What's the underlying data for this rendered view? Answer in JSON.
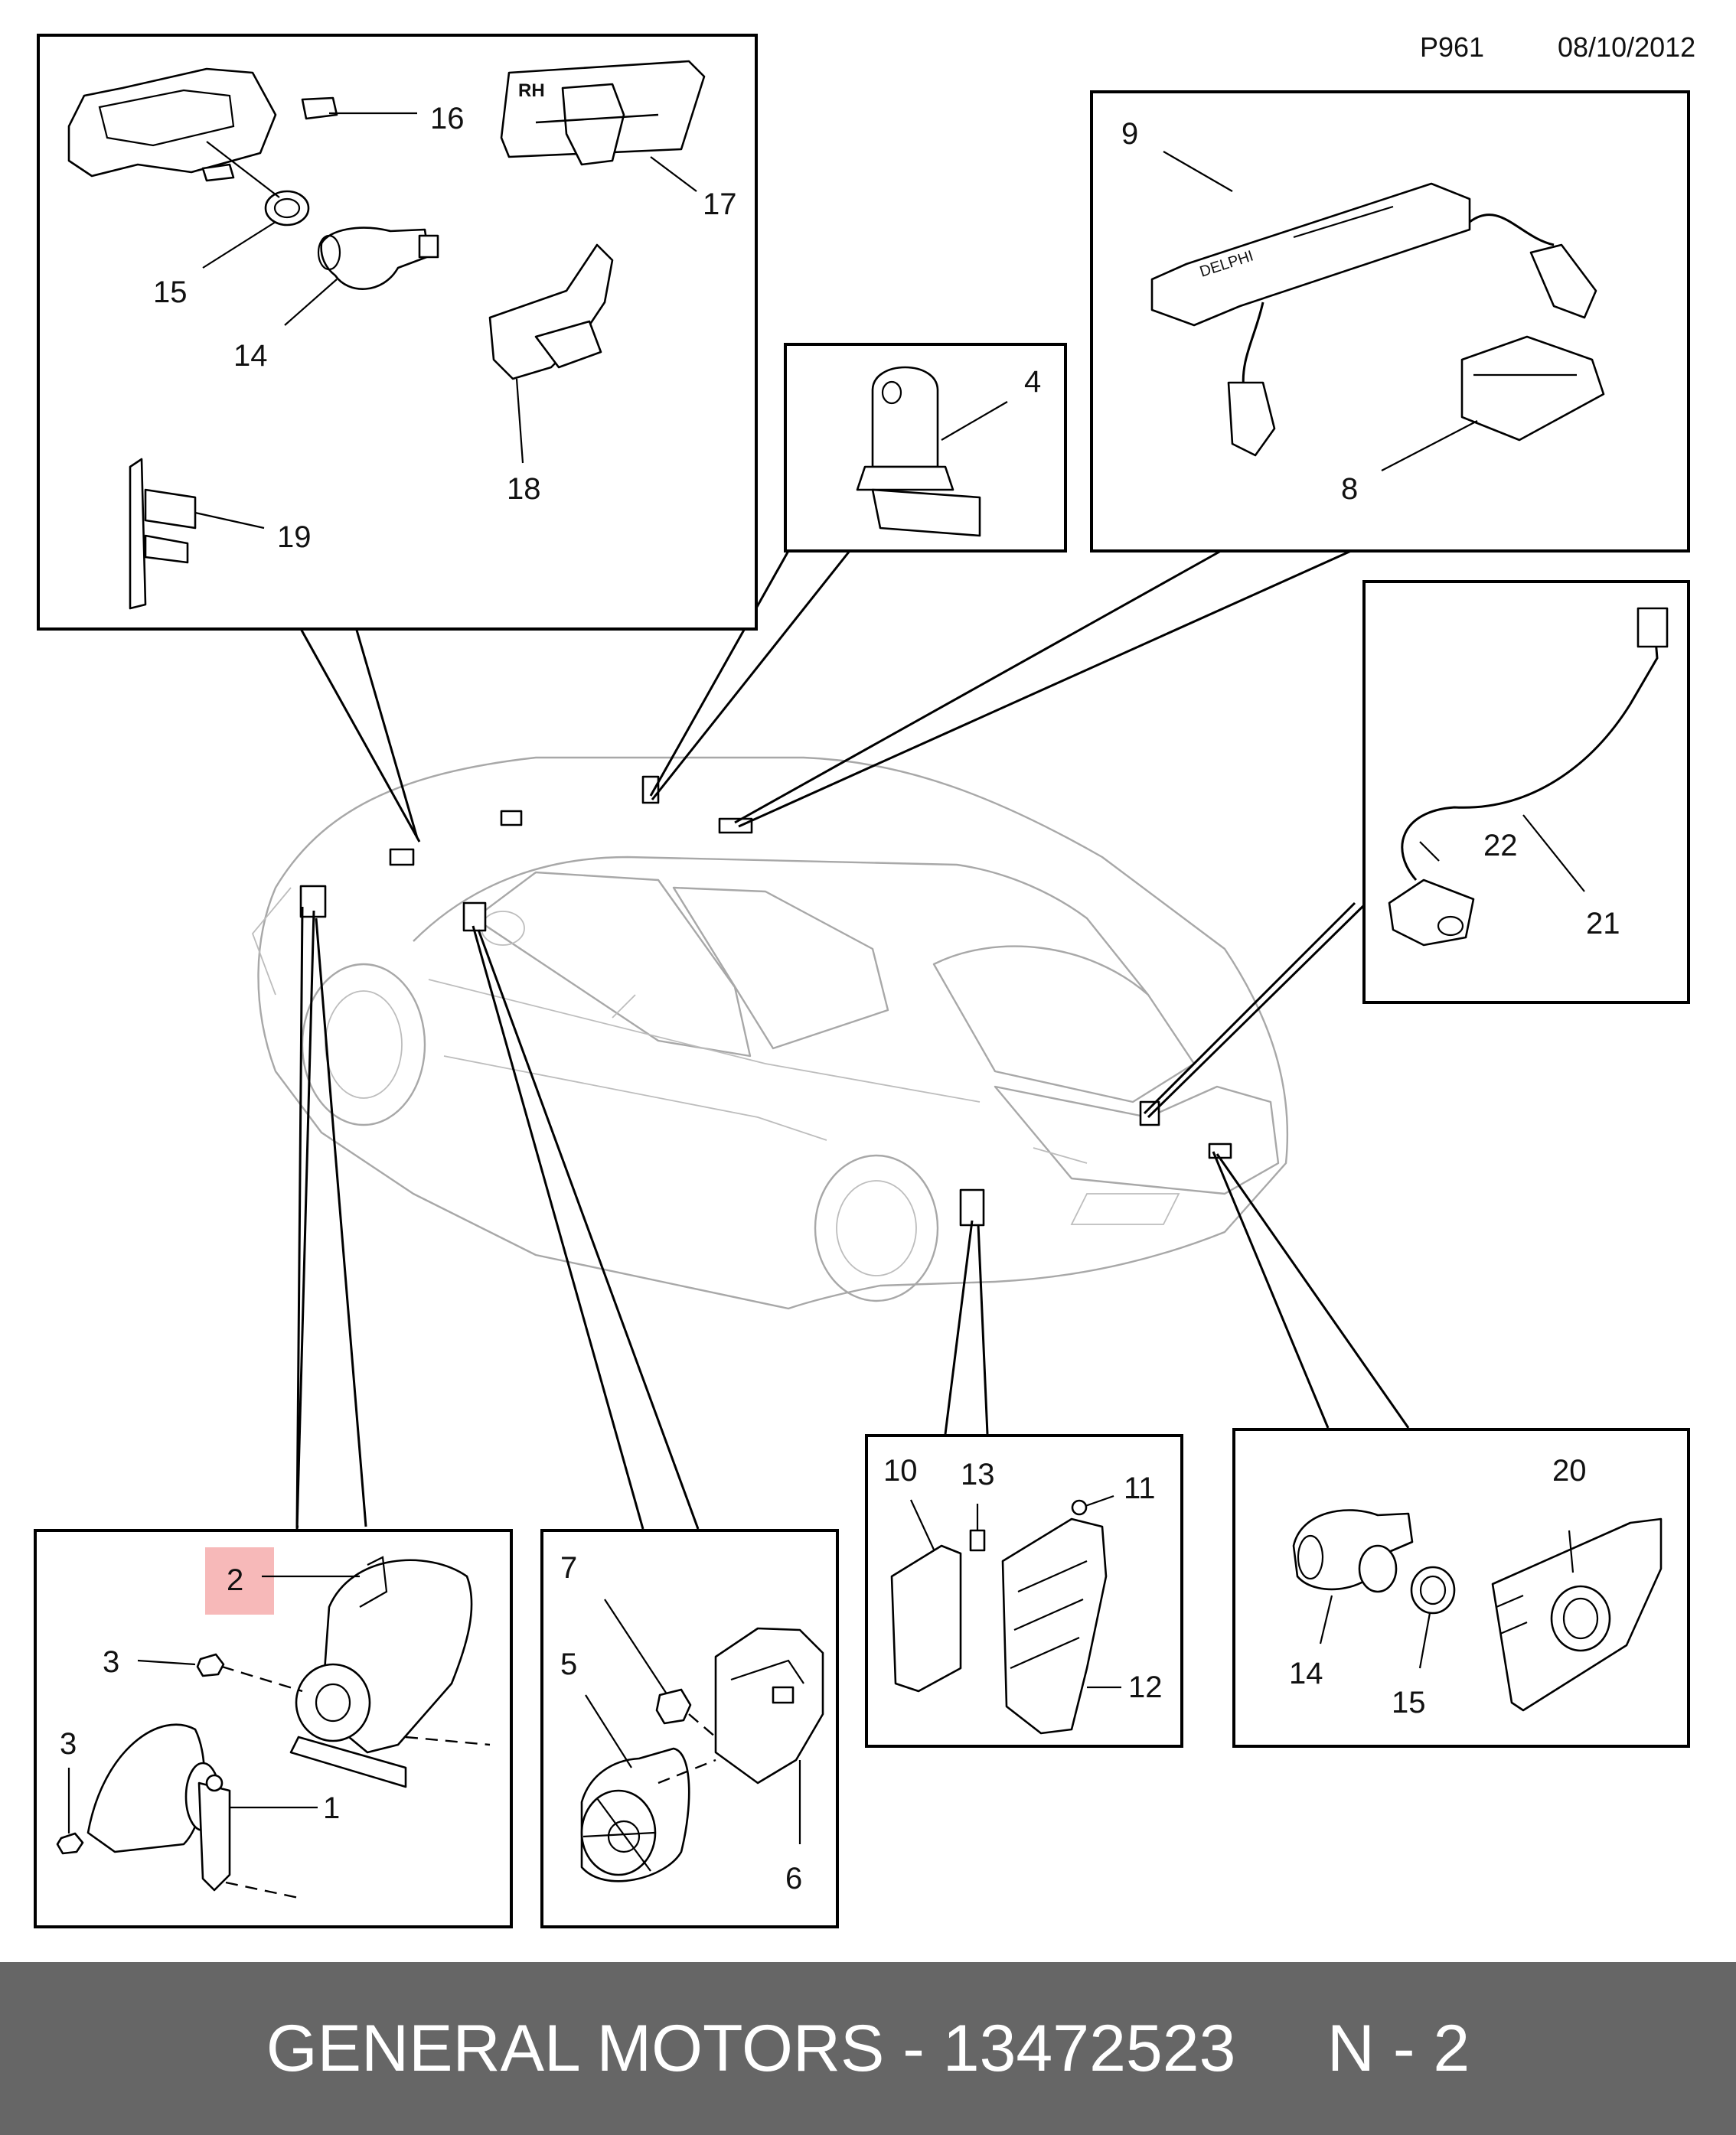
{
  "header": {
    "code": "P961",
    "date": "08/10/2012"
  },
  "callouts": {
    "c1": "1",
    "c2": "2",
    "c3a": "3",
    "c3b": "3",
    "c4": "4",
    "c5": "5",
    "c6": "6",
    "c7": "7",
    "c8": "8",
    "c9": "9",
    "c10": "10",
    "c11": "11",
    "c12": "12",
    "c13": "13",
    "c14a": "14",
    "c14b": "14",
    "c15a": "15",
    "c15b": "15",
    "c16": "16",
    "c17": "17",
    "c18": "18",
    "c19": "19",
    "c20": "20",
    "c21": "21",
    "c22": "22"
  },
  "part_text": {
    "rh_marking": "RH",
    "module_brand": "DELPHI"
  },
  "highlight_color": "#f08080",
  "footer": {
    "brand": "GENERAL MOTORS",
    "separator": " - ",
    "part_number": "13472523",
    "position_label": "N - 2"
  }
}
